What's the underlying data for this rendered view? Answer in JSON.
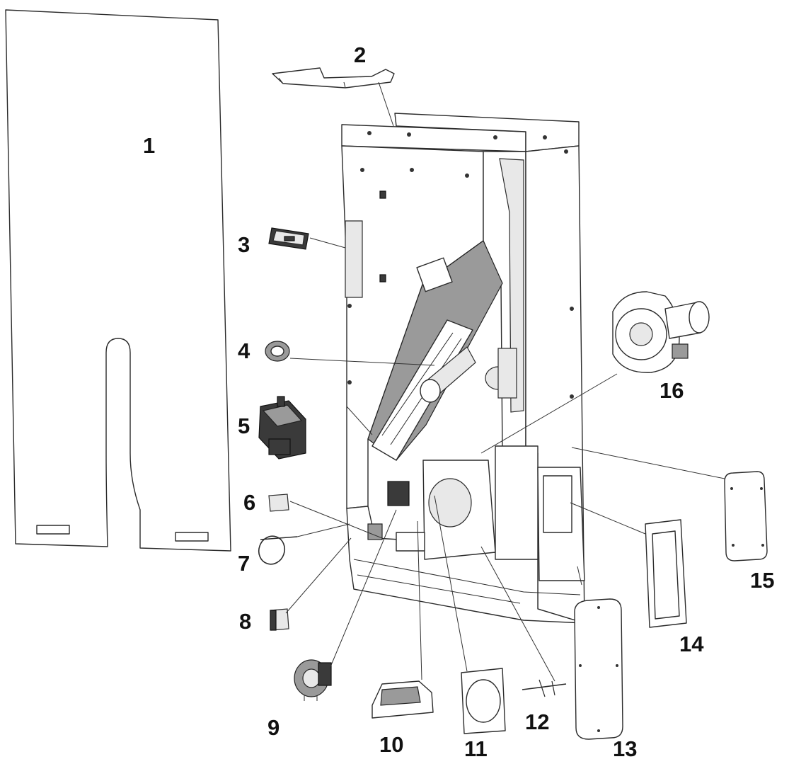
{
  "diagram": {
    "callouts": [
      "1",
      "2",
      "3",
      "4",
      "5",
      "6",
      "7",
      "8",
      "9",
      "10",
      "11",
      "12",
      "13",
      "14",
      "15",
      "16"
    ]
  },
  "colors": {
    "line": "#2b2b2b",
    "label": "#111111",
    "background": "#ffffff"
  }
}
